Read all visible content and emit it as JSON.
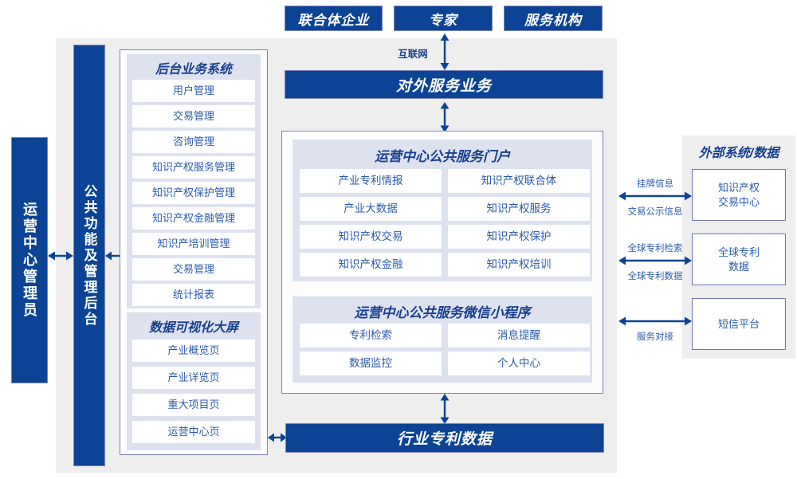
{
  "diagram": {
    "title_alt": "知识产权运营中心系统架构图",
    "colors": {
      "navy": "#0c4395",
      "accent_text": "#2b5bab",
      "panel_bg": "#dee2ef",
      "outer_gray": "#eeeeee",
      "border": "#7b83b8"
    }
  },
  "top_actors": [
    {
      "label": "联合体企业"
    },
    {
      "label": "专家"
    },
    {
      "label": "服务机构"
    }
  ],
  "connectors": {
    "internet": "互联网",
    "listing_info": "挂牌信息",
    "trade_public_info": "交易公示信息",
    "global_patent_search": "全球专利检索",
    "global_patent_data": "全球专利数据",
    "service_docking": "服务对接"
  },
  "external_service_bar": {
    "label": "对外服务业务"
  },
  "bottom_bar": {
    "label": "行业专利数据"
  },
  "left_rails": [
    {
      "label": "运营中心管理员"
    },
    {
      "label": "公共功能及管理后台"
    }
  ],
  "backend_system": {
    "title": "后台业务系统",
    "items": [
      {
        "label": "用户管理"
      },
      {
        "label": "交易管理"
      },
      {
        "label": "咨询管理"
      },
      {
        "label": "知识产权服务管理"
      },
      {
        "label": "知识产权保护管理"
      },
      {
        "label": "知识产权金融管理"
      },
      {
        "label": "知识产培训管理"
      },
      {
        "label": "交易管理"
      },
      {
        "label": "统计报表"
      }
    ]
  },
  "data_visualization": {
    "title": "数据可视化大屏",
    "items": [
      {
        "label": "产业概览页"
      },
      {
        "label": "产业详览页"
      },
      {
        "label": "重大项目页"
      },
      {
        "label": "运营中心页"
      }
    ]
  },
  "portal": {
    "title": "运营中心公共服务门户",
    "items": [
      {
        "label": "产业专利情报"
      },
      {
        "label": "知识产权联合体"
      },
      {
        "label": "产业大数据"
      },
      {
        "label": "知识产权服务"
      },
      {
        "label": "知识产权交易"
      },
      {
        "label": "知识产权保护"
      },
      {
        "label": "知识产权金融"
      },
      {
        "label": "知识产权培训"
      }
    ]
  },
  "miniprogram": {
    "title": "运营中心公共服务微信小程序",
    "items": [
      {
        "label": "专利检索"
      },
      {
        "label": "消息提醒"
      },
      {
        "label": "数据监控"
      },
      {
        "label": "个人中心"
      }
    ]
  },
  "external": {
    "title": "外部系统/数据",
    "items": [
      {
        "label": "知识产权\n交易中心"
      },
      {
        "label": "全球专利\n数据"
      },
      {
        "label": "短信平台"
      }
    ]
  }
}
